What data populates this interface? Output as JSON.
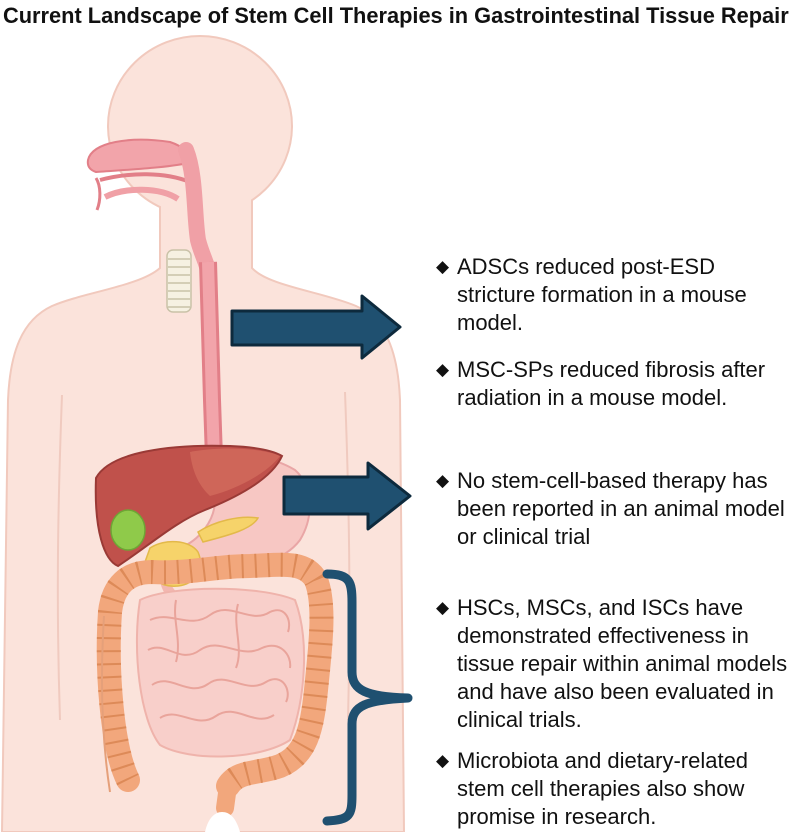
{
  "title": "Current Landscape of Stem Cell Therapies in Gastrointestinal Tissue Repair",
  "marker": "◆",
  "bullets": [
    {
      "lines": [
        "ADSCs reduced post-ESD",
        "stricture formation in a mouse",
        "model."
      ]
    },
    {
      "lines": [
        "MSC-SPs reduced fibrosis after",
        "radiation in a mouse model."
      ]
    },
    {
      "lines": [
        "No stem-cell-based therapy has",
        "been reported in an animal model",
        "or clinical trial"
      ]
    },
    {
      "lines": [
        "HSCs, MSCs, and ISCs have",
        "demonstrated effectiveness in",
        "tissue repair within animal models",
        "and have also been evaluated in",
        "clinical trials."
      ]
    },
    {
      "lines": [
        "Microbiota and dietary-related",
        "stem cell therapies also show",
        "promise in research."
      ]
    }
  ],
  "colors": {
    "arrow": "#1f5070",
    "arrow_outline": "#0d2a3d",
    "body": "#fbe3db",
    "liver": "#c0514b",
    "colon": "#f2a77c"
  }
}
